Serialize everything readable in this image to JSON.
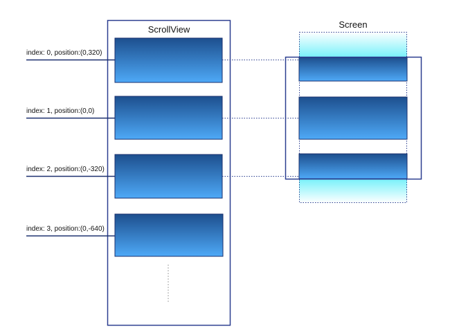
{
  "scrollview": {
    "title": "ScrollView"
  },
  "screen": {
    "title": "Screen"
  },
  "cells": [
    {
      "label": "index: 0, position:(0,320)"
    },
    {
      "label": "index: 1, position:(0,0)"
    },
    {
      "label": "index: 2, position:(0,-320)"
    },
    {
      "label": "index: 3, position:(0,-640)"
    }
  ],
  "colors": {
    "frame": "#2a3d8f",
    "cell_top": "#1d4f8e",
    "cell_bottom": "#4aa6f5",
    "cyan_glow": "#7ff4fb",
    "leader_line": "#1a2f6e"
  }
}
